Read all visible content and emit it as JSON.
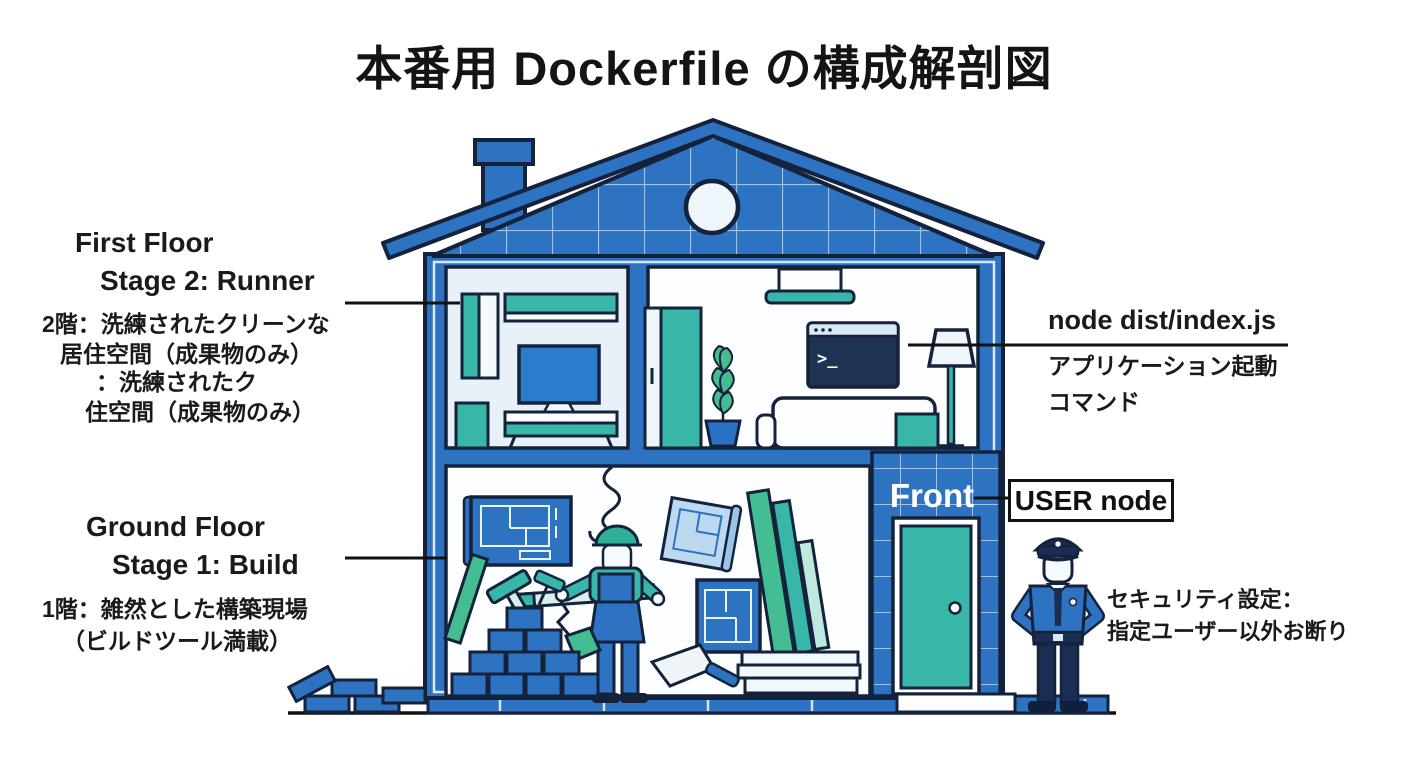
{
  "title": "本番用 Dockerfile の構成解剖図",
  "first_floor_label": {
    "heading1": "First Floor",
    "heading2": "Stage 2: Runner",
    "line1": "2階：洗練されたクリーンな",
    "line2": "居住空間（成果物のみ）",
    "line3": "：洗練されたク",
    "line4": "住空間（成果物のみ）"
  },
  "ground_floor_label": {
    "heading1": "Ground Floor",
    "heading2": "Stage 1: Build",
    "line1": "1階：雑然とした構築現場",
    "line2": "（ビルドツール満載）"
  },
  "command_label": {
    "code": "node dist/index.js",
    "line1": "アプリケーション起動",
    "line2": "コマンド"
  },
  "user_node_label": "USER node",
  "front_label": "Front",
  "security_label": {
    "line1": "セキュリティ設定：",
    "line2": "指定ユーザー以外お断り"
  },
  "terminal": {
    "prompt": ">_"
  },
  "colors": {
    "house_blue": "#2e72c2",
    "tv_blue": "#2b7ccd",
    "teal": "#38b7a9",
    "lumber_green": "#45bd92",
    "outline_navy": "#14223c",
    "terminal_navy": "#1e3450",
    "guard_navy": "#1b2d52",
    "room_light_blue": "#e8f1f8",
    "grid_light_blue": "#9cc3e8",
    "text_black": "#1a1a1a"
  }
}
